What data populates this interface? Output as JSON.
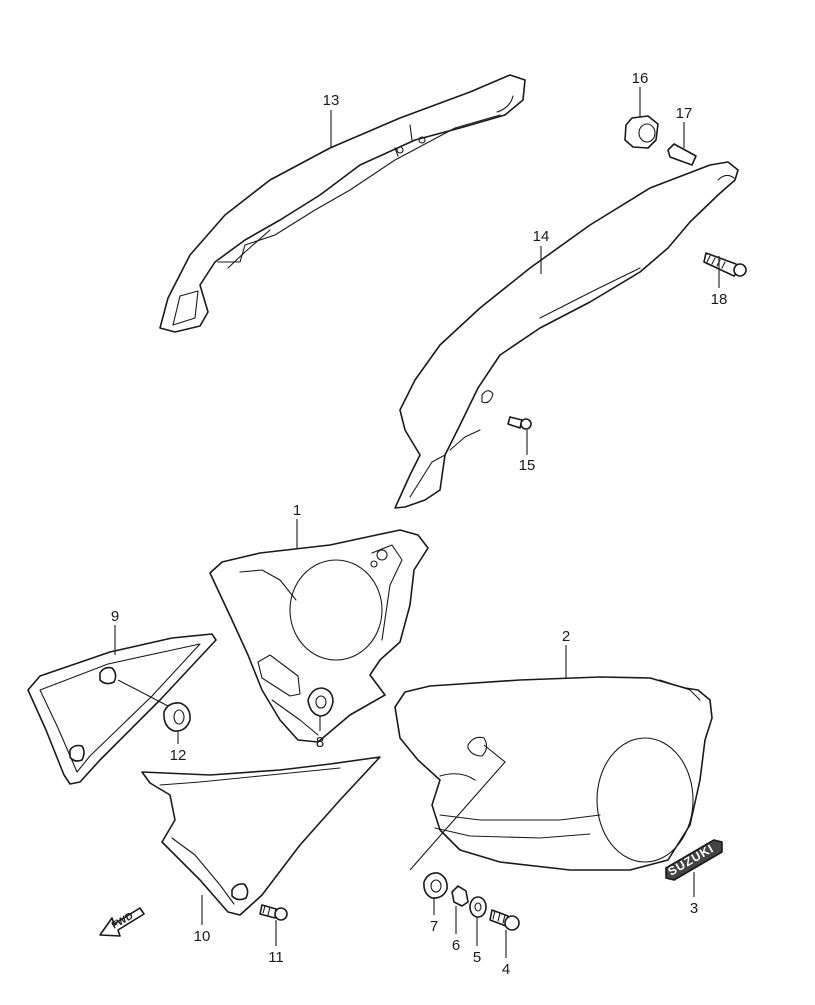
{
  "callouts": {
    "c1": "1",
    "c2": "2",
    "c3": "3",
    "c4": "4",
    "c5": "5",
    "c6": "6",
    "c7": "7",
    "c8": "8",
    "c9": "9",
    "c10": "10",
    "c11": "11",
    "c12": "12",
    "c13": "13",
    "c14": "14",
    "c15": "15",
    "c16": "16",
    "c17": "17",
    "c18": "18"
  },
  "emblem": {
    "text": "SUZUKI"
  },
  "direction": {
    "text": "FWD"
  },
  "colors": {
    "line": "#1a1a1a",
    "background": "#ffffff"
  }
}
